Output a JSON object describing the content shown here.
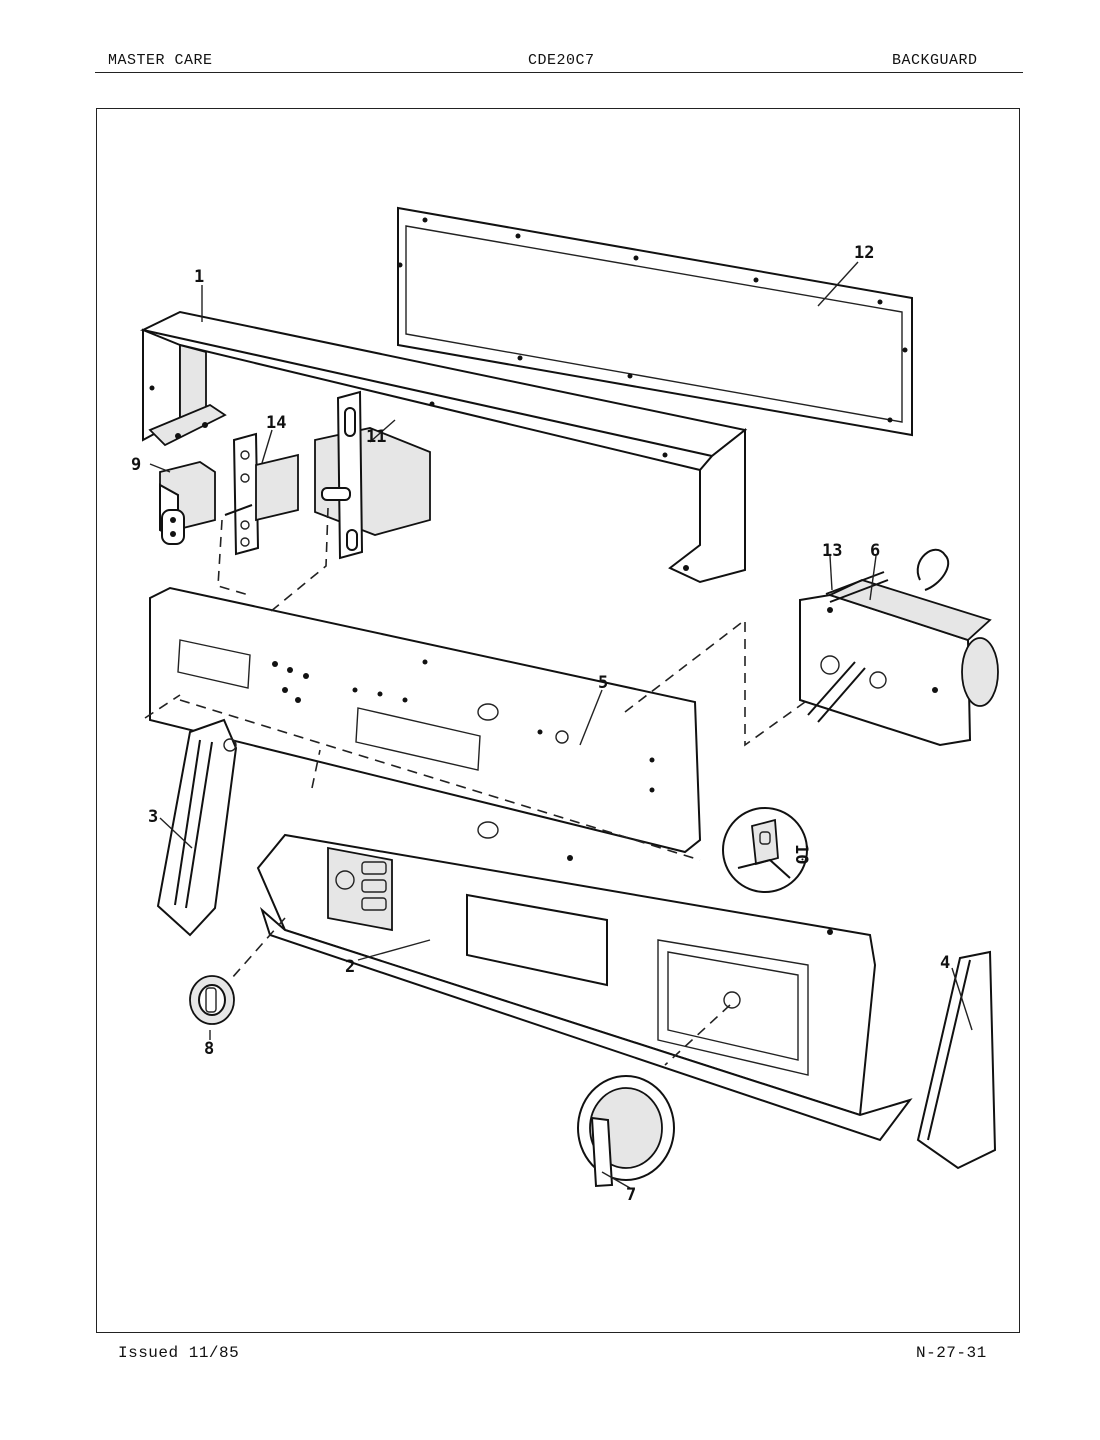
{
  "header": {
    "left": "MASTER CARE",
    "center": "CDE20C7",
    "right": "BACKGUARD"
  },
  "footer": {
    "left": "Issued 11/85",
    "right": "N-27-31"
  },
  "callouts": [
    "1",
    "2",
    "3",
    "4",
    "5",
    "6",
    "7",
    "8",
    "9",
    "10",
    "11",
    "12",
    "13",
    "14"
  ]
}
